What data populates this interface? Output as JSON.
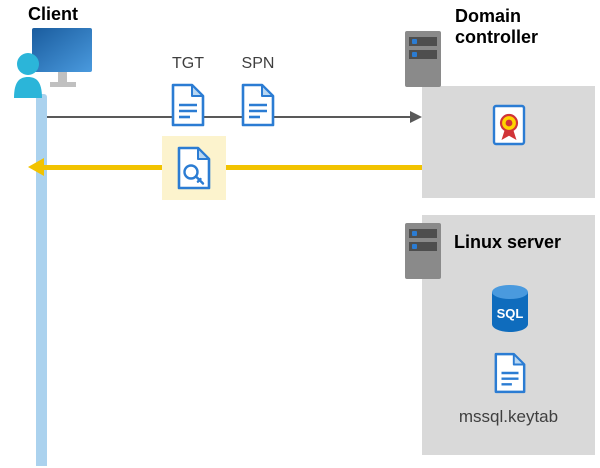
{
  "labels": {
    "client": "Client",
    "domain_controller": "Domain controller",
    "linux_server": "Linux server",
    "tgt": "TGT",
    "spn": "SPN",
    "sql": "SQL",
    "keytab": "mssql.keytab"
  },
  "icons": {
    "client": "monitor-person-icon",
    "domain_controller": "server-icon",
    "linux_server": "server-icon",
    "tgt": "document-icon",
    "spn": "document-icon",
    "service_ticket": "key-document-icon",
    "certificate": "certificate-seal-icon",
    "database": "sql-database-icon",
    "keytab_file": "document-icon"
  },
  "colors": {
    "document_blue": "#2b7cd3",
    "yellow_arrow": "#f2c300",
    "highlight_background": "#fcf3cd",
    "box_gray": "#d9d9d9",
    "lifeline_blue": "#abd2ee",
    "request_arrow_gray": "#595959",
    "sql_blue": "#0f6cbd",
    "person_cyan": "#2bb5d9",
    "seal_red": "#d13438",
    "seal_yellow": "#ffd400"
  }
}
